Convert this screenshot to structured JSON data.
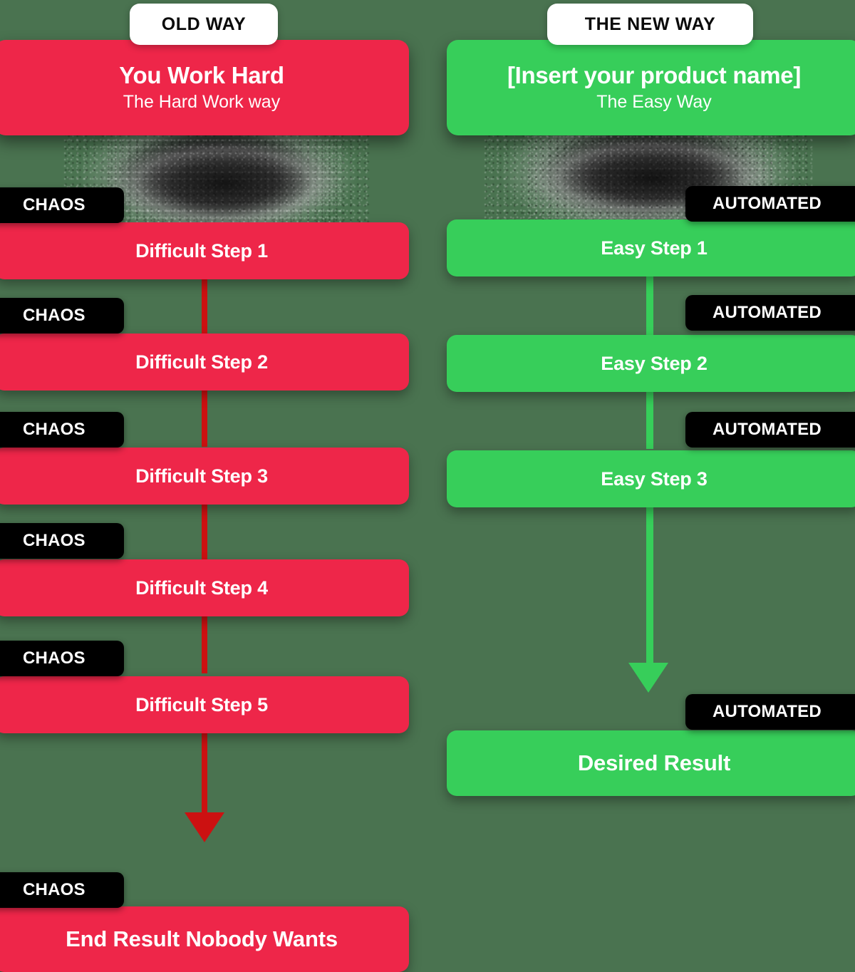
{
  "theme": {
    "background": "#4a7350",
    "red": "#ee2649",
    "red_line": "#cc1111",
    "green": "#37ce5a",
    "badge_bg": "#000000",
    "pill_bg": "#ffffff"
  },
  "left": {
    "pill_label": "OLD WAY",
    "hero": {
      "title": "You Work Hard",
      "subtitle": "The Hard Work way"
    },
    "badge_label": "CHAOS",
    "steps": [
      {
        "label": "Difficult Step 1",
        "badge": "CHAOS"
      },
      {
        "label": "Difficult Step 2",
        "badge": "CHAOS"
      },
      {
        "label": "Difficult Step 3",
        "badge": "CHAOS"
      },
      {
        "label": "Difficult Step 4",
        "badge": "CHAOS"
      },
      {
        "label": "Difficult Step 5",
        "badge": "CHAOS"
      }
    ],
    "result": {
      "label": "End Result Nobody Wants",
      "badge": "CHAOS"
    }
  },
  "right": {
    "pill_label": "THE NEW WAY",
    "hero": {
      "title": "[Insert your product name]",
      "subtitle": "The Easy Way"
    },
    "badge_label": "AUTOMATED",
    "steps": [
      {
        "label": "Easy Step 1",
        "badge": "AUTOMATED"
      },
      {
        "label": "Easy Step 2",
        "badge": "AUTOMATED"
      },
      {
        "label": "Easy Step 3",
        "badge": "AUTOMATED"
      }
    ],
    "result": {
      "label": "Desired Result",
      "badge": "AUTOMATED"
    }
  }
}
